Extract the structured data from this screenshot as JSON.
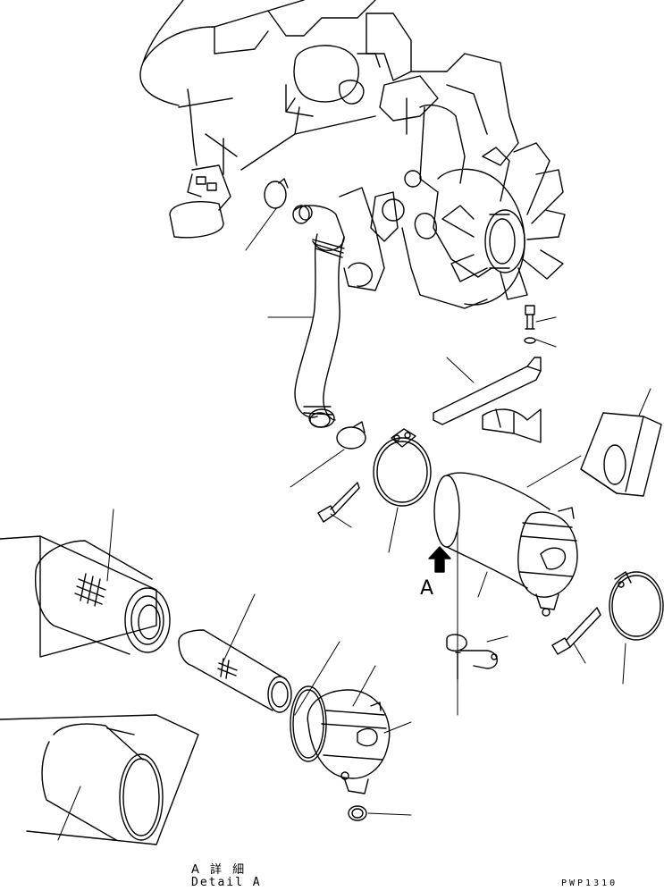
{
  "labels": {
    "callout_a": "A",
    "detail_title_jp": "A 詳 細",
    "detail_title_en": "Detail A",
    "drawing_code": "PWP1310"
  }
}
